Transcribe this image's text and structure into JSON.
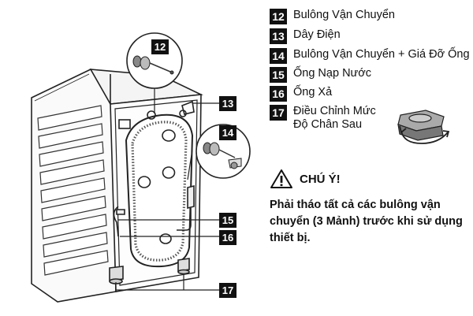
{
  "legend": [
    {
      "number": "12",
      "label": "Bulông Vận Chuyển"
    },
    {
      "number": "13",
      "label": "Dây Điện"
    },
    {
      "number": "14",
      "label": "Bulông Vận Chuyển + Giá Đỡ Ống"
    },
    {
      "number": "15",
      "label": "Ống Nạp Nước"
    },
    {
      "number": "16",
      "label": "Ống Xả"
    },
    {
      "number": "17",
      "label": "Điều Chỉnh Mức\nĐộ Chân Sau"
    }
  ],
  "callouts": [
    "12",
    "13",
    "14",
    "15",
    "16",
    "17"
  ],
  "warning": {
    "title": "CHÚ Ý!",
    "body": "Phải tháo tất cả các bulông vận chuyển (3 Mảnh) trước khi sử dụng thiết bị."
  },
  "colors": {
    "badge": "#111111",
    "line": "#222222",
    "accent": "#000000"
  },
  "icons": [
    "warning-triangle-icon",
    "transport-bolt-icon",
    "bolt-bracket-icon",
    "adjustable-foot-icon",
    "rotate-arrow-icon"
  ]
}
